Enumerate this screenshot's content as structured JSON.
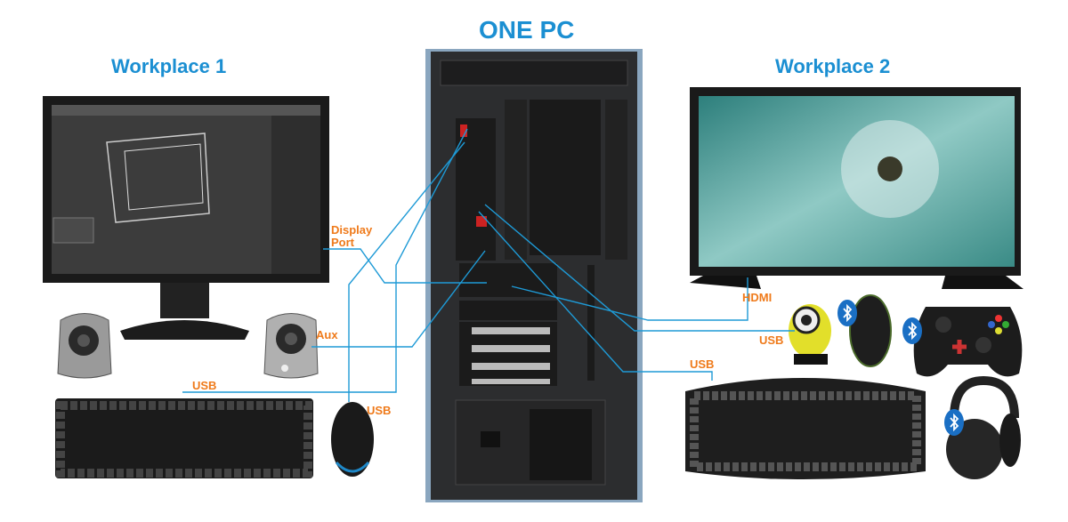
{
  "titles": {
    "pc": "ONE PC",
    "workplace1": "Workplace 1",
    "workplace2": "Workplace 2"
  },
  "connections": {
    "displayport": "Display Port",
    "aux": "Aux",
    "usb_keyboard1": "USB",
    "usb_mouse1": "USB",
    "hdmi": "HDMI",
    "usb_webcam": "USB",
    "usb_keyboard2": "USB"
  },
  "colors": {
    "title": "#1b8fd2",
    "label": "#ef7a1a",
    "cable": "#1e9ad6"
  }
}
